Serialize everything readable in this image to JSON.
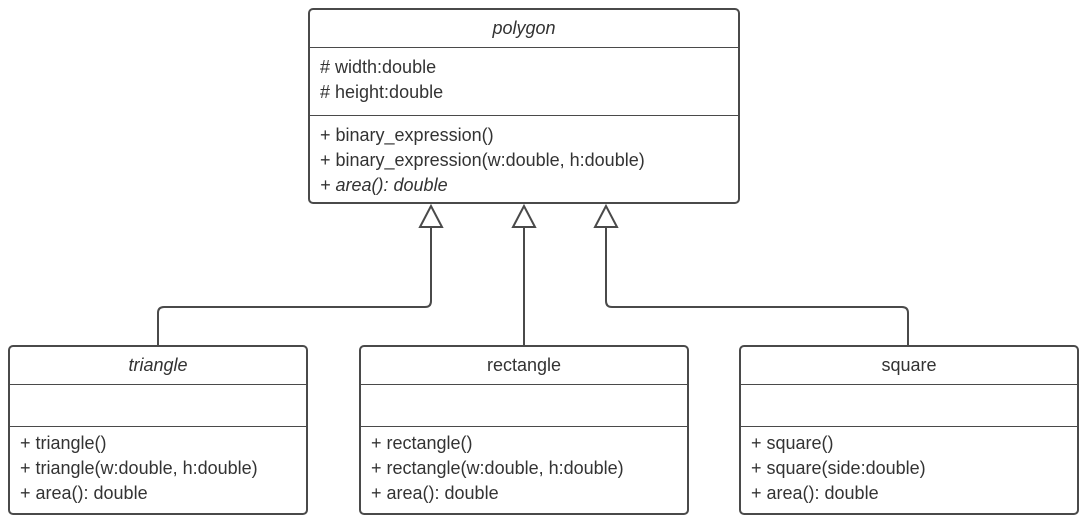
{
  "diagram": {
    "classes": {
      "polygon": {
        "name": "polygon",
        "attributes": [
          "# width:double",
          "# height:double"
        ],
        "operations": [
          "+ binary_expression()",
          "+ binary_expression(w:double, h:double)",
          "+ area(): double"
        ]
      },
      "triangle": {
        "name": "triangle",
        "operations": [
          "+ triangle()",
          "+ triangle(w:double, h:double)",
          "+ area(): double"
        ]
      },
      "rectangle": {
        "name": "rectangle",
        "operations": [
          "+ rectangle()",
          "+ rectangle(w:double, h:double)",
          "+ area(): double"
        ]
      },
      "square": {
        "name": "square",
        "operations": [
          "+ square()",
          "+ square(side:double)",
          "+ area(): double"
        ]
      }
    },
    "relations": [
      {
        "type": "generalization",
        "from": "triangle",
        "to": "polygon"
      },
      {
        "type": "generalization",
        "from": "rectangle",
        "to": "polygon"
      },
      {
        "type": "generalization",
        "from": "square",
        "to": "polygon"
      }
    ],
    "colors": {
      "stroke": "#4a4a4a",
      "text": "#333333",
      "fill": "#ffffff"
    }
  }
}
